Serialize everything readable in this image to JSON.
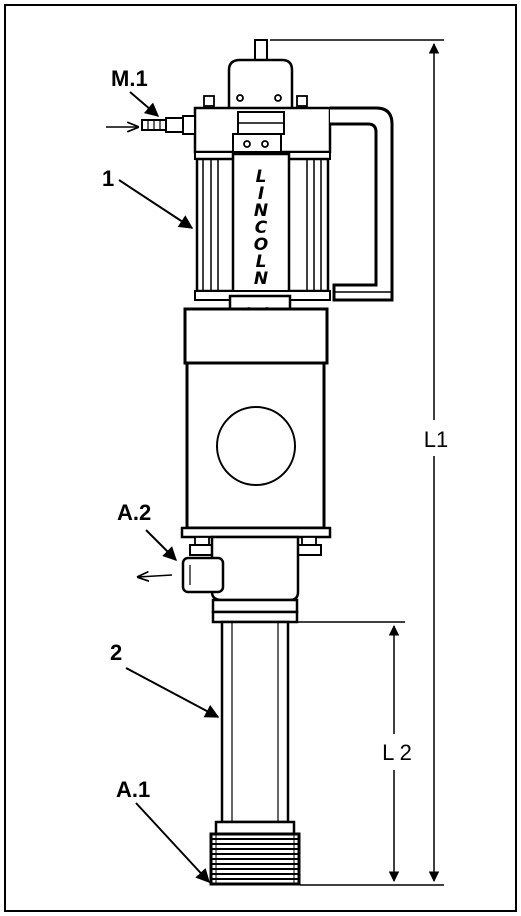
{
  "labels": {
    "m1": "M.1",
    "one": "1",
    "a2": "A.2",
    "two": "2",
    "a1": "A.1",
    "l1": "L1",
    "l2": "L 2"
  },
  "brand_letters": [
    "L",
    "I",
    "N",
    "C",
    "O",
    "L",
    "N"
  ]
}
